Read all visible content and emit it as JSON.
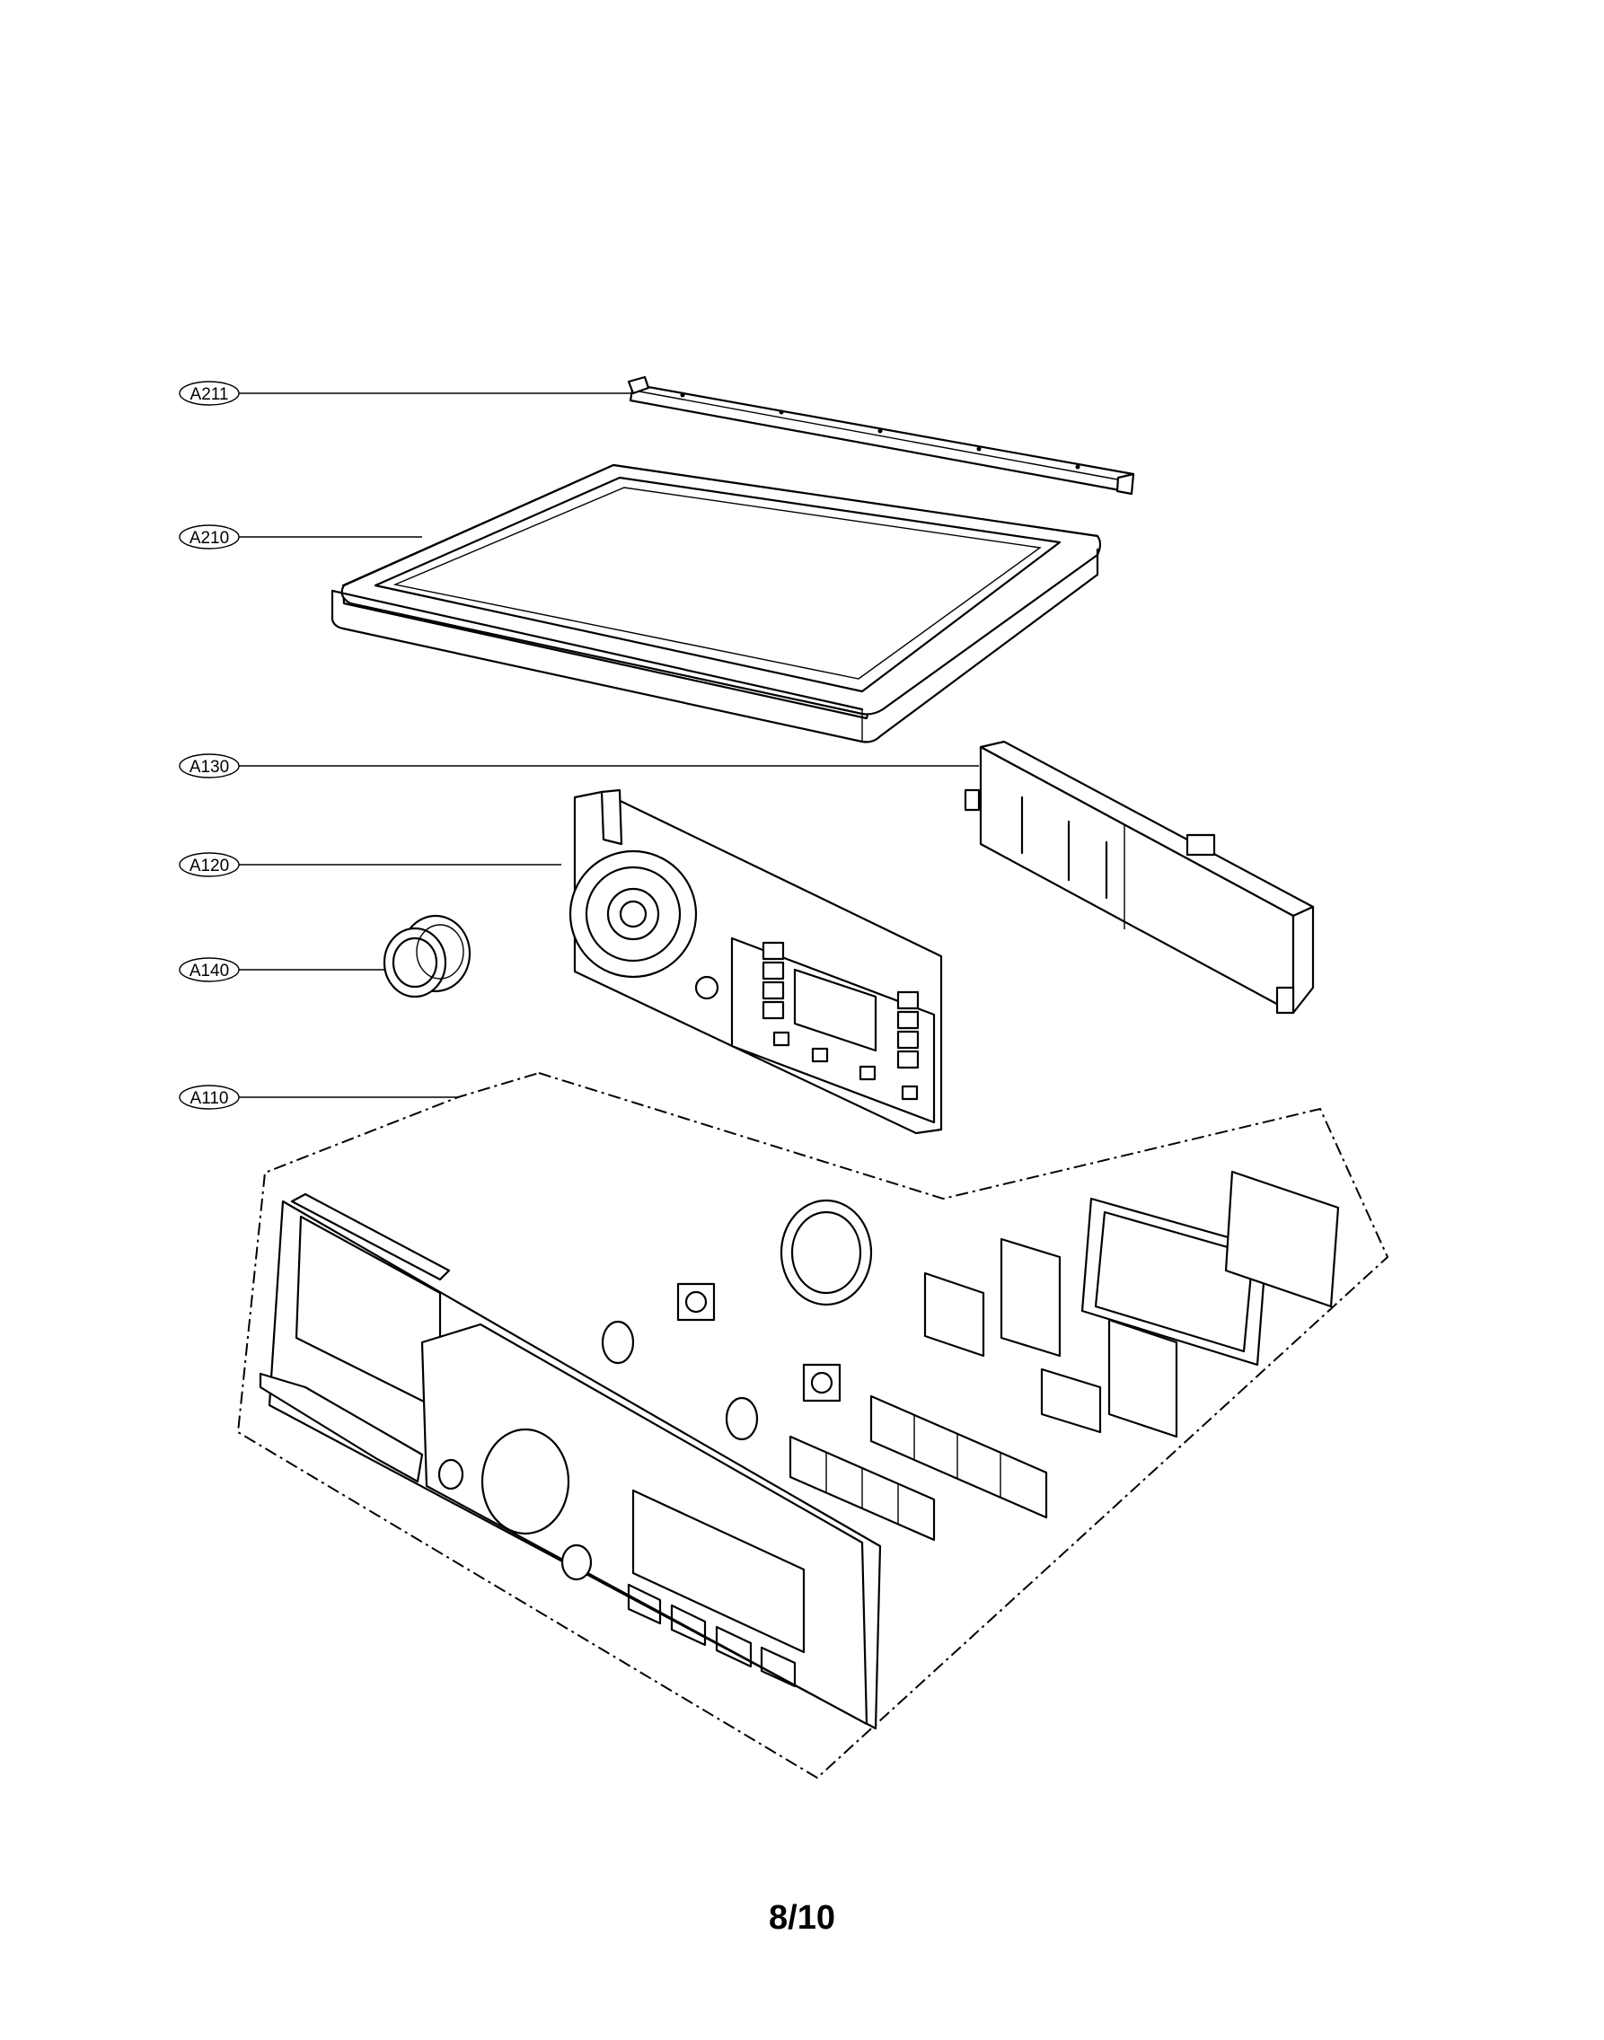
{
  "callouts": [
    {
      "id": "A211"
    },
    {
      "id": "A210"
    },
    {
      "id": "A130"
    },
    {
      "id": "A120"
    },
    {
      "id": "A140"
    },
    {
      "id": "A110"
    }
  ],
  "page_number": "8/10"
}
